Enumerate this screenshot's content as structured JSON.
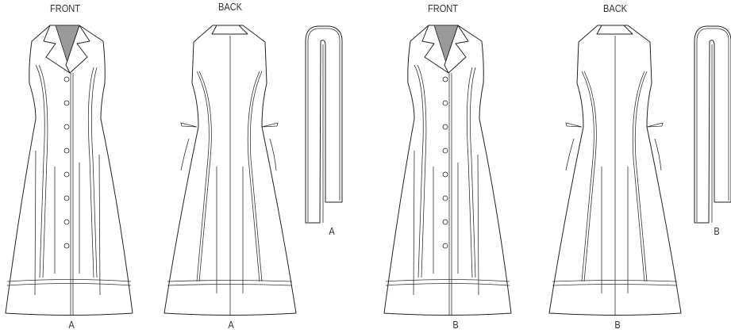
{
  "views": [
    {
      "title": "FRONT",
      "variant": "A"
    },
    {
      "title": "BACK",
      "variant": "A"
    },
    {
      "title": "",
      "variant": "A"
    },
    {
      "title": "FRONT",
      "variant": "B"
    },
    {
      "title": "BACK",
      "variant": "B"
    },
    {
      "title": "",
      "variant": "B"
    }
  ],
  "colors": {
    "line": "#222222",
    "collar_fill": "#9a9a9a"
  }
}
